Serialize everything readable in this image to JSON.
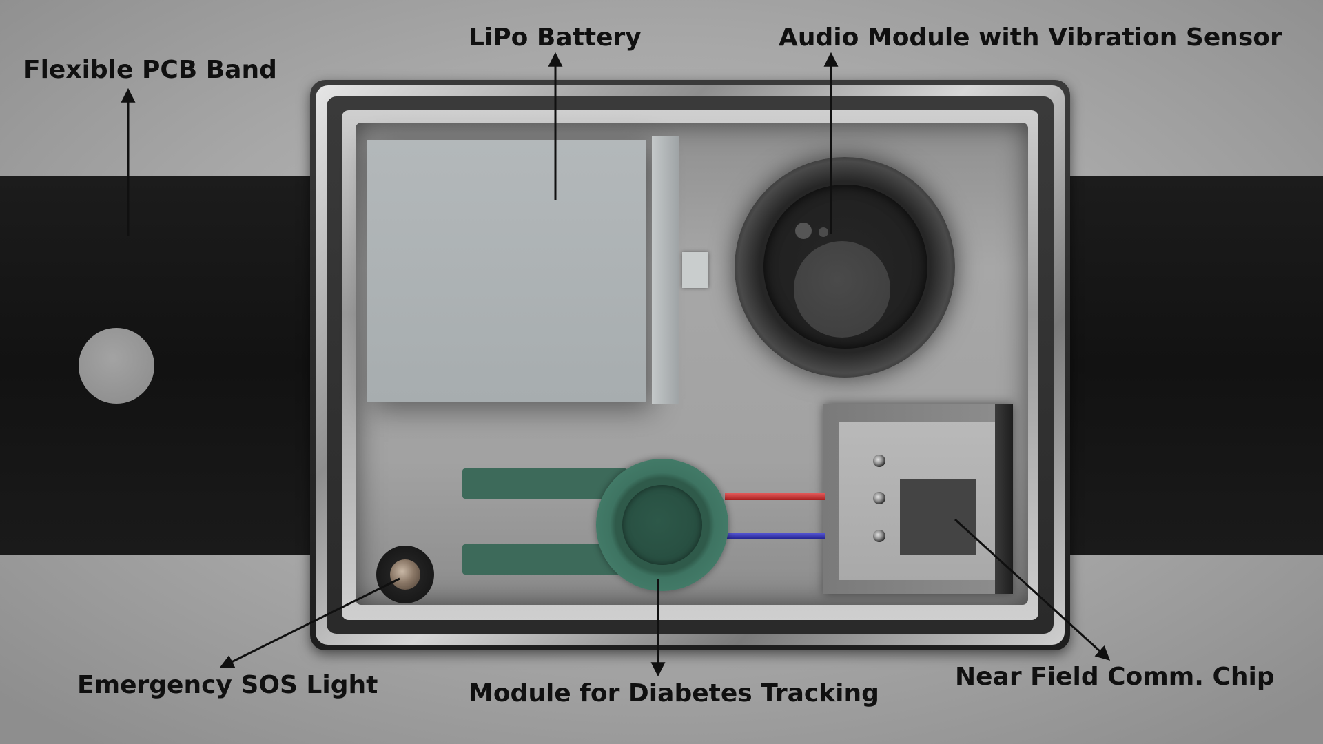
{
  "labels": {
    "flexible_pcb_band": "Flexible PCB Band",
    "lipo_battery": "LiPo Battery",
    "audio_module": "Audio Module with Vibration Sensor",
    "emergency_sos_light": "Emergency SOS Light",
    "diabetes_module": "Module for Diabetes Tracking",
    "nfc_chip": "Near Field Comm. Chip"
  },
  "colors": {
    "band": "#141414",
    "case_rim": "#b8b8b8",
    "diabetes_module": "#3d6a5a",
    "wire_red": "#c23a3a",
    "wire_blue": "#3434b0",
    "label_text": "#101010"
  }
}
